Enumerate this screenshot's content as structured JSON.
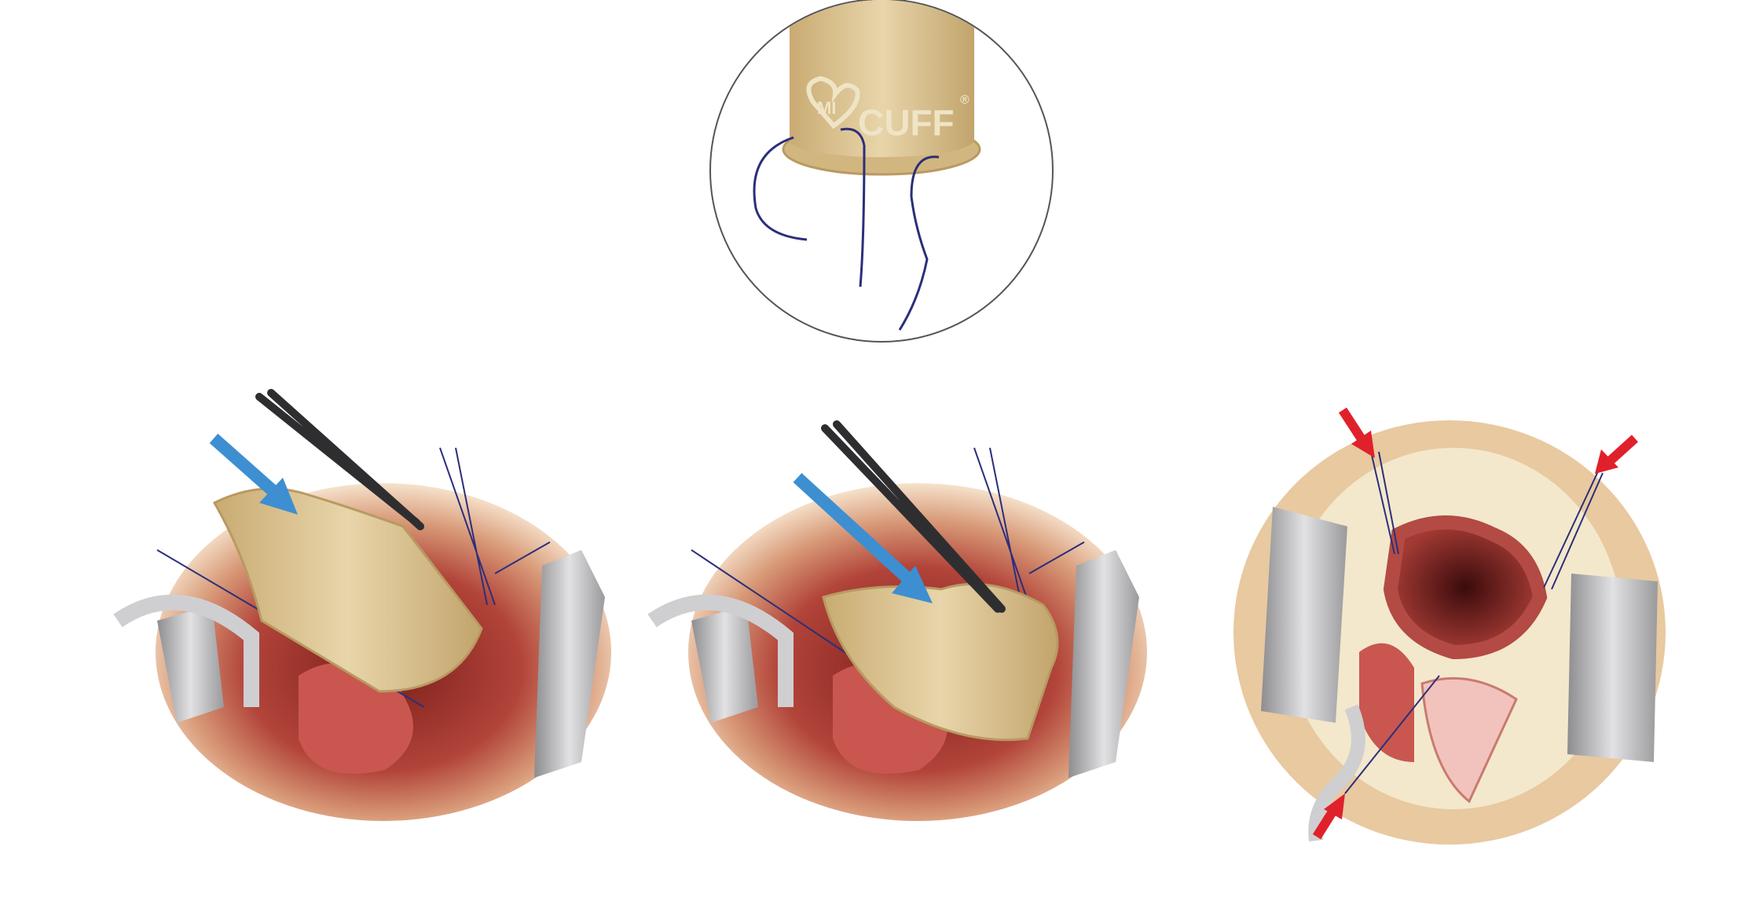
{
  "logo": {
    "monogram": "MI",
    "brand": "CUFF",
    "mark": "®"
  },
  "colors": {
    "cuff": "#d8c08e",
    "tissue": "#c9574f",
    "wound_rim": "#e9c6a4",
    "arrow_blue": "#3d8fd1",
    "arrow_red": "#e0212b",
    "suture": "#2b2f7a",
    "retractor": "#b5b5b8"
  },
  "panels": [
    {
      "name": "cuff-detail",
      "arrows": 0
    },
    {
      "name": "cuff-insertion-step-1",
      "arrows": 1,
      "arrow_color": "blue"
    },
    {
      "name": "cuff-insertion-step-2",
      "arrows": 1,
      "arrow_color": "blue"
    },
    {
      "name": "valve-result",
      "arrows": 3,
      "arrow_color": "red"
    }
  ]
}
